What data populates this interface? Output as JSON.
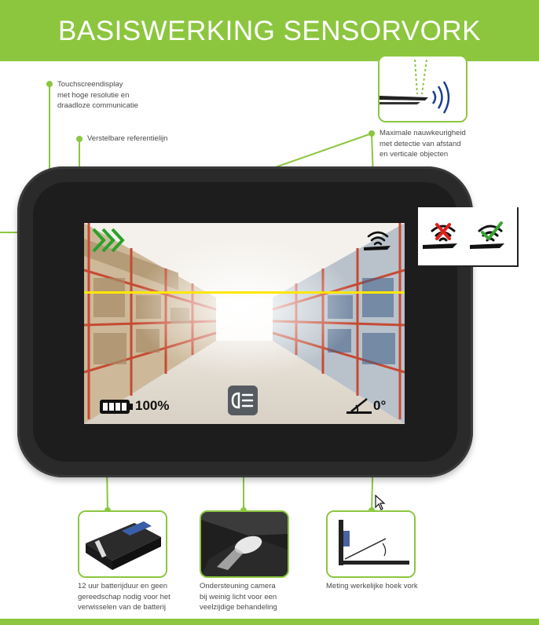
{
  "header": {
    "title": "BASISWERKING SENSORVORK"
  },
  "callouts": {
    "touchscreen": [
      "Touchscreendisplay",
      "met hoge resolutie en",
      "draadloze communicatie"
    ],
    "reference_line": [
      "Verstelbare referentielijn"
    ],
    "accuracy": [
      "Maximale nauwkeurigheid",
      "met detectie van afstand",
      "en verticale objecten"
    ],
    "battery": [
      "12 uur batterijduur en geen",
      "gereedschap nodig voor het",
      "verwisselen van de batterij"
    ],
    "camera": [
      "Ondersteuning camera",
      "bij weinig licht voor een",
      "veelzijdige behandeling"
    ],
    "angle": [
      "Meting werkelijke hoek vork"
    ]
  },
  "screen": {
    "battery_level": 1.0,
    "battery_text": "100%",
    "angle_text": "0°"
  },
  "colors": {
    "accent": "#8cc63f",
    "reference_line": "#ffe600",
    "chevrons": "#2aa12a",
    "cross": "#e0201c",
    "check": "#3aa535"
  },
  "icons": [
    "chevrons-icon",
    "wifi-fork-icon",
    "battery-icon",
    "headlight-icon",
    "angle-icon",
    "wifi-fork-off-icon",
    "wifi-fork-on-icon",
    "cursor-icon"
  ]
}
